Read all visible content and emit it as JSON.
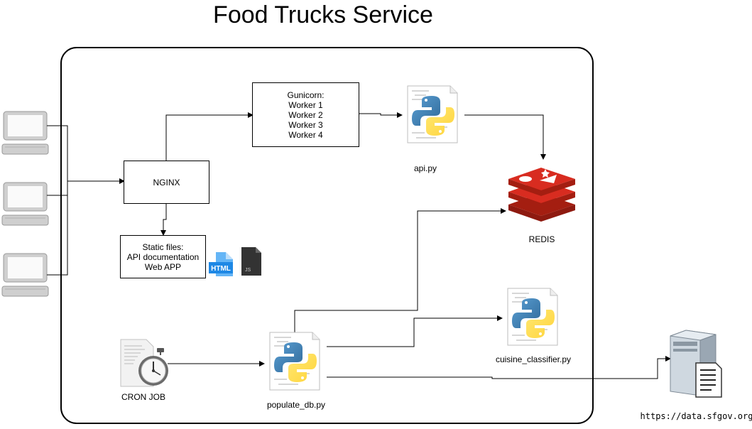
{
  "title": "Food Trucks Service",
  "nodes": {
    "gunicorn": {
      "lines": [
        "Gunicorn:",
        "Worker 1",
        "Worker 2",
        "Worker 3",
        "Worker 4"
      ]
    },
    "nginx": {
      "label": "NGINX"
    },
    "static": {
      "lines": [
        "Static files:",
        "API documentation",
        "Web APP"
      ]
    },
    "api": {
      "label": "api.py"
    },
    "redis": {
      "label": "REDIS"
    },
    "cron": {
      "label": "CRON JOB"
    },
    "populate": {
      "label": "populate_db.py"
    },
    "classifier": {
      "label": "cuisine_classifier.py"
    },
    "source": {
      "label": "https://data.sfgov.org"
    }
  },
  "badges": {
    "html": "HTML",
    "js": "JS"
  },
  "icons": {
    "client": "laptop-icon",
    "python": "python-file-icon",
    "redis": "redis-logo-icon",
    "cron": "stopwatch-document-icon",
    "server": "server-icon",
    "html": "html-file-icon",
    "js": "js-file-icon"
  },
  "colors": {
    "redis_red": "#d82c20",
    "python_blue": "#3572a5",
    "python_yellow": "#f7d348",
    "html_blue": "#1e88e5",
    "js_dark": "#333333"
  }
}
